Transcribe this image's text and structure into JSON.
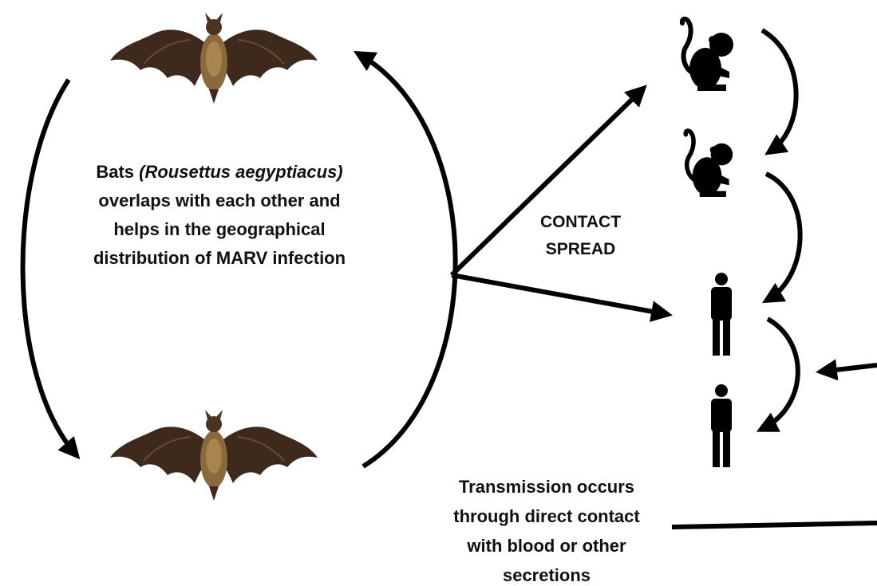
{
  "diagram": {
    "bats_text": {
      "prefix": "Bats ",
      "species": "(Rousettus aegyptiacus)",
      "line2": "overlaps with each other and",
      "line3": "helps in the geographical",
      "line4": "distribution of MARV infection"
    },
    "contact_spread": {
      "line1": "CONTACT",
      "line2": "SPREAD"
    },
    "transmission": {
      "line1": "Transmission occurs",
      "line2": "through direct contact",
      "line3": "with blood or other",
      "line4": "secretions"
    }
  },
  "colors": {
    "ink": "#000000",
    "bat_wing": "#3d2a1c",
    "bat_body": "#8a6a3c"
  }
}
